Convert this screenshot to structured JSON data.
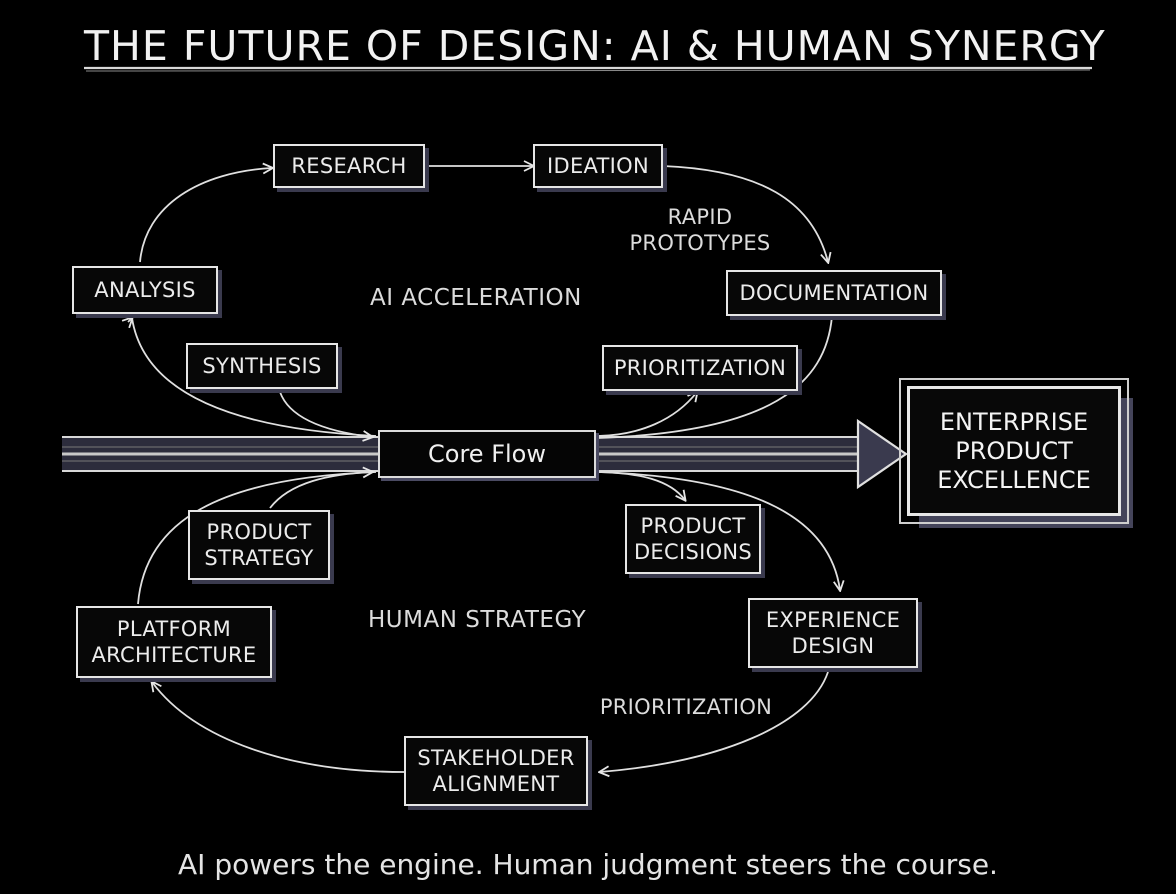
{
  "title": "THE FUTURE OF DESIGN: AI & HUMAN SYNERGY",
  "sections": {
    "ai": "AI ACCELERATION",
    "human": "HUMAN STRATEGY"
  },
  "core_flow": "Core Flow",
  "destination": "ENTERPRISE\nPRODUCT\nEXCELLENCE",
  "ai_loop": {
    "research": "RESEARCH",
    "ideation": "IDEATION",
    "rapid_prototypes": "RAPID\nPROTOTYPES",
    "documentation": "DOCUMENTATION",
    "prioritization": "PRIORITIZATION",
    "analysis": "ANALYSIS",
    "synthesis": "SYNTHESIS"
  },
  "human_loop": {
    "product_strategy": "PRODUCT\nSTRATEGY",
    "product_decisions": "PRODUCT\nDECISIONS",
    "experience_design": "EXPERIENCE\nDESIGN",
    "prioritization": "PRIORITIZATION",
    "stakeholder_alignment": "STAKEHOLDER\nALIGNMENT",
    "platform_architecture": "PLATFORM\nARCHITECTURE"
  },
  "caption": "AI powers the engine. Human judgment steers the course.",
  "colors": {
    "background": "#000000",
    "ink": "#ececec",
    "shadow": "#3a3a4e"
  }
}
